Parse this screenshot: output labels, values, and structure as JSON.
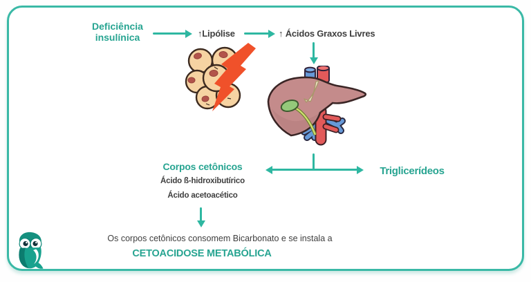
{
  "flow": {
    "insulin_deficiency": "Deficiência insulínica",
    "lipolysis": "↑Lipólise",
    "free_fatty_acids": "↑ Ácidos Graxos Livres",
    "ketone_bodies_title": "Corpos cetônicos",
    "acid_beta_hydroxybutyric": "Ácido ß-hidroxibutírico",
    "acid_acetoacetic": "Ácido acetoacético",
    "triglycerides": "Triglicerídeos",
    "bicarbonate_note": "Os corpos cetônicos consomem Bicarbonato e se instala a",
    "outcome": "CETOACIDOSE METABÓLICA"
  },
  "icons": {
    "adipocyte": "fat-cells-illustration",
    "lightning_bolt": "lightning-bolt-icon",
    "liver": "liver-illustration",
    "owl_logo": "owl-logo"
  },
  "colors": {
    "teal_arrow": "#2eb7a1",
    "teal_text": "#27a491",
    "card_border": "#3ab9a6",
    "dark_text": "#3e3e3e",
    "bolt_orange": "#f0512a",
    "cell_fill": "#f6d3a2",
    "cell_outline": "#3c2a1f",
    "nucleus": "#b2544b",
    "liver_fill": "#c48b8b",
    "vessel_blue": "#6699d8",
    "vessel_red": "#e25a5a",
    "gallbladder_green": "#94c97a",
    "ligament_cream": "#efe4c8"
  }
}
